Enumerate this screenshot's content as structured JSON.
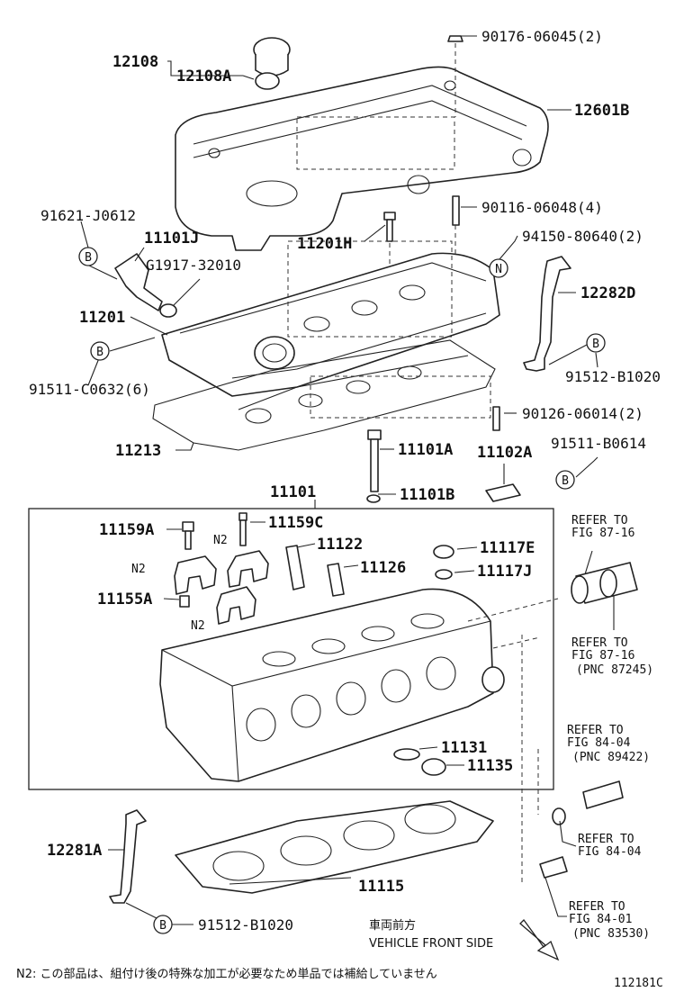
{
  "labels": {
    "p90176": "90176-06045(2)",
    "p12108": "12108",
    "p12108a": "12108A",
    "p12601b": "12601B",
    "p91621": "91621-J0612",
    "p11101j": "11101J",
    "pg1917": "G1917-32010",
    "p90116": "90116-06048(4)",
    "p11201h": "11201H",
    "p94150": "94150-80640(2)",
    "p12282d": "12282D",
    "p11201": "11201",
    "p91511c": "91511-C0632(6)",
    "p91512a": "91512-B1020",
    "p90126": "90126-06014(2)",
    "p11213": "11213",
    "p11101a": "11101A",
    "p11102a": "11102A",
    "p91511b": "91511-B0614",
    "p11101": "11101",
    "p11101b": "11101B",
    "p11159a": "11159A",
    "p11159c": "11159C",
    "p11122": "11122",
    "p11117e": "11117E",
    "p11126": "11126",
    "p11117j": "11117J",
    "p11155a": "11155A",
    "p11131": "11131",
    "p11135": "11135",
    "p12281a": "12281A",
    "p11115": "11115",
    "p91512b": "91512-B1020",
    "n2a": "N2",
    "n2b": "N2",
    "n2c": "N2",
    "circ_b1": "B",
    "circ_b2": "B",
    "circ_b3": "B",
    "circ_b4": "B",
    "circ_b5": "B",
    "circ_n": "N"
  },
  "refs": {
    "r1_line1": "REFER TO",
    "r1_line2": "FIG 87-16",
    "r2_line1": "REFER TO",
    "r2_line2": "FIG 87-16",
    "r2_pnc": "(PNC 87245)",
    "r3_line1": "REFER TO",
    "r3_line2": "FIG 84-04",
    "r3_pnc": "(PNC 89422)",
    "r4_line1": "REFER TO",
    "r4_line2": "FIG 84-04",
    "r5_line1": "REFER TO",
    "r5_line2": "FIG 84-01",
    "r5_pnc": "(PNC 83530)"
  },
  "front": {
    "jp": "車両前方",
    "en": "VEHICLE FRONT SIDE"
  },
  "footnote": "N2: この部品は、組付け後の特殊な加工が必要なため単品では補給していません",
  "figure_id": "112181C"
}
